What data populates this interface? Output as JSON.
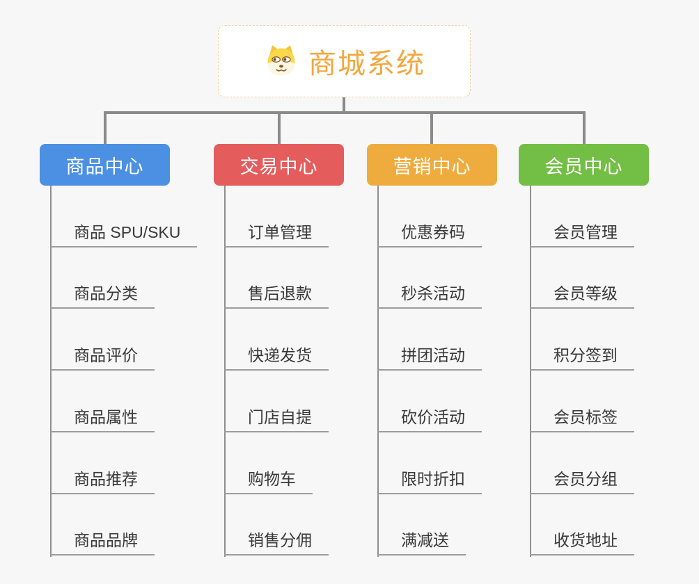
{
  "root": {
    "title": "商城系统",
    "icon": "doge-face-icon",
    "accent_color": "#f3a73f",
    "border_color": "#f2cfa0",
    "background": "#ffffff"
  },
  "connector_color": "#8a8a8a",
  "underline_color": "#9c9c9c",
  "canvas_background": "#f7f7f7",
  "branches": [
    {
      "label": "商品中心",
      "color": "#4b90e2",
      "children": [
        "商品 SPU/SKU",
        "商品分类",
        "商品评价",
        "商品属性",
        "商品推荐",
        "商品品牌"
      ]
    },
    {
      "label": "交易中心",
      "color": "#e45c5c",
      "children": [
        "订单管理",
        "售后退款",
        "快递发货",
        "门店自提",
        "购物车",
        "销售分佣"
      ]
    },
    {
      "label": "营销中心",
      "color": "#efac3e",
      "children": [
        "优惠券码",
        "秒杀活动",
        "拼团活动",
        "砍价活动",
        "限时折扣",
        "满减送"
      ]
    },
    {
      "label": "会员中心",
      "color": "#73be44",
      "children": [
        "会员管理",
        "会员等级",
        "积分签到",
        "会员标签",
        "会员分组",
        "收货地址"
      ]
    }
  ]
}
